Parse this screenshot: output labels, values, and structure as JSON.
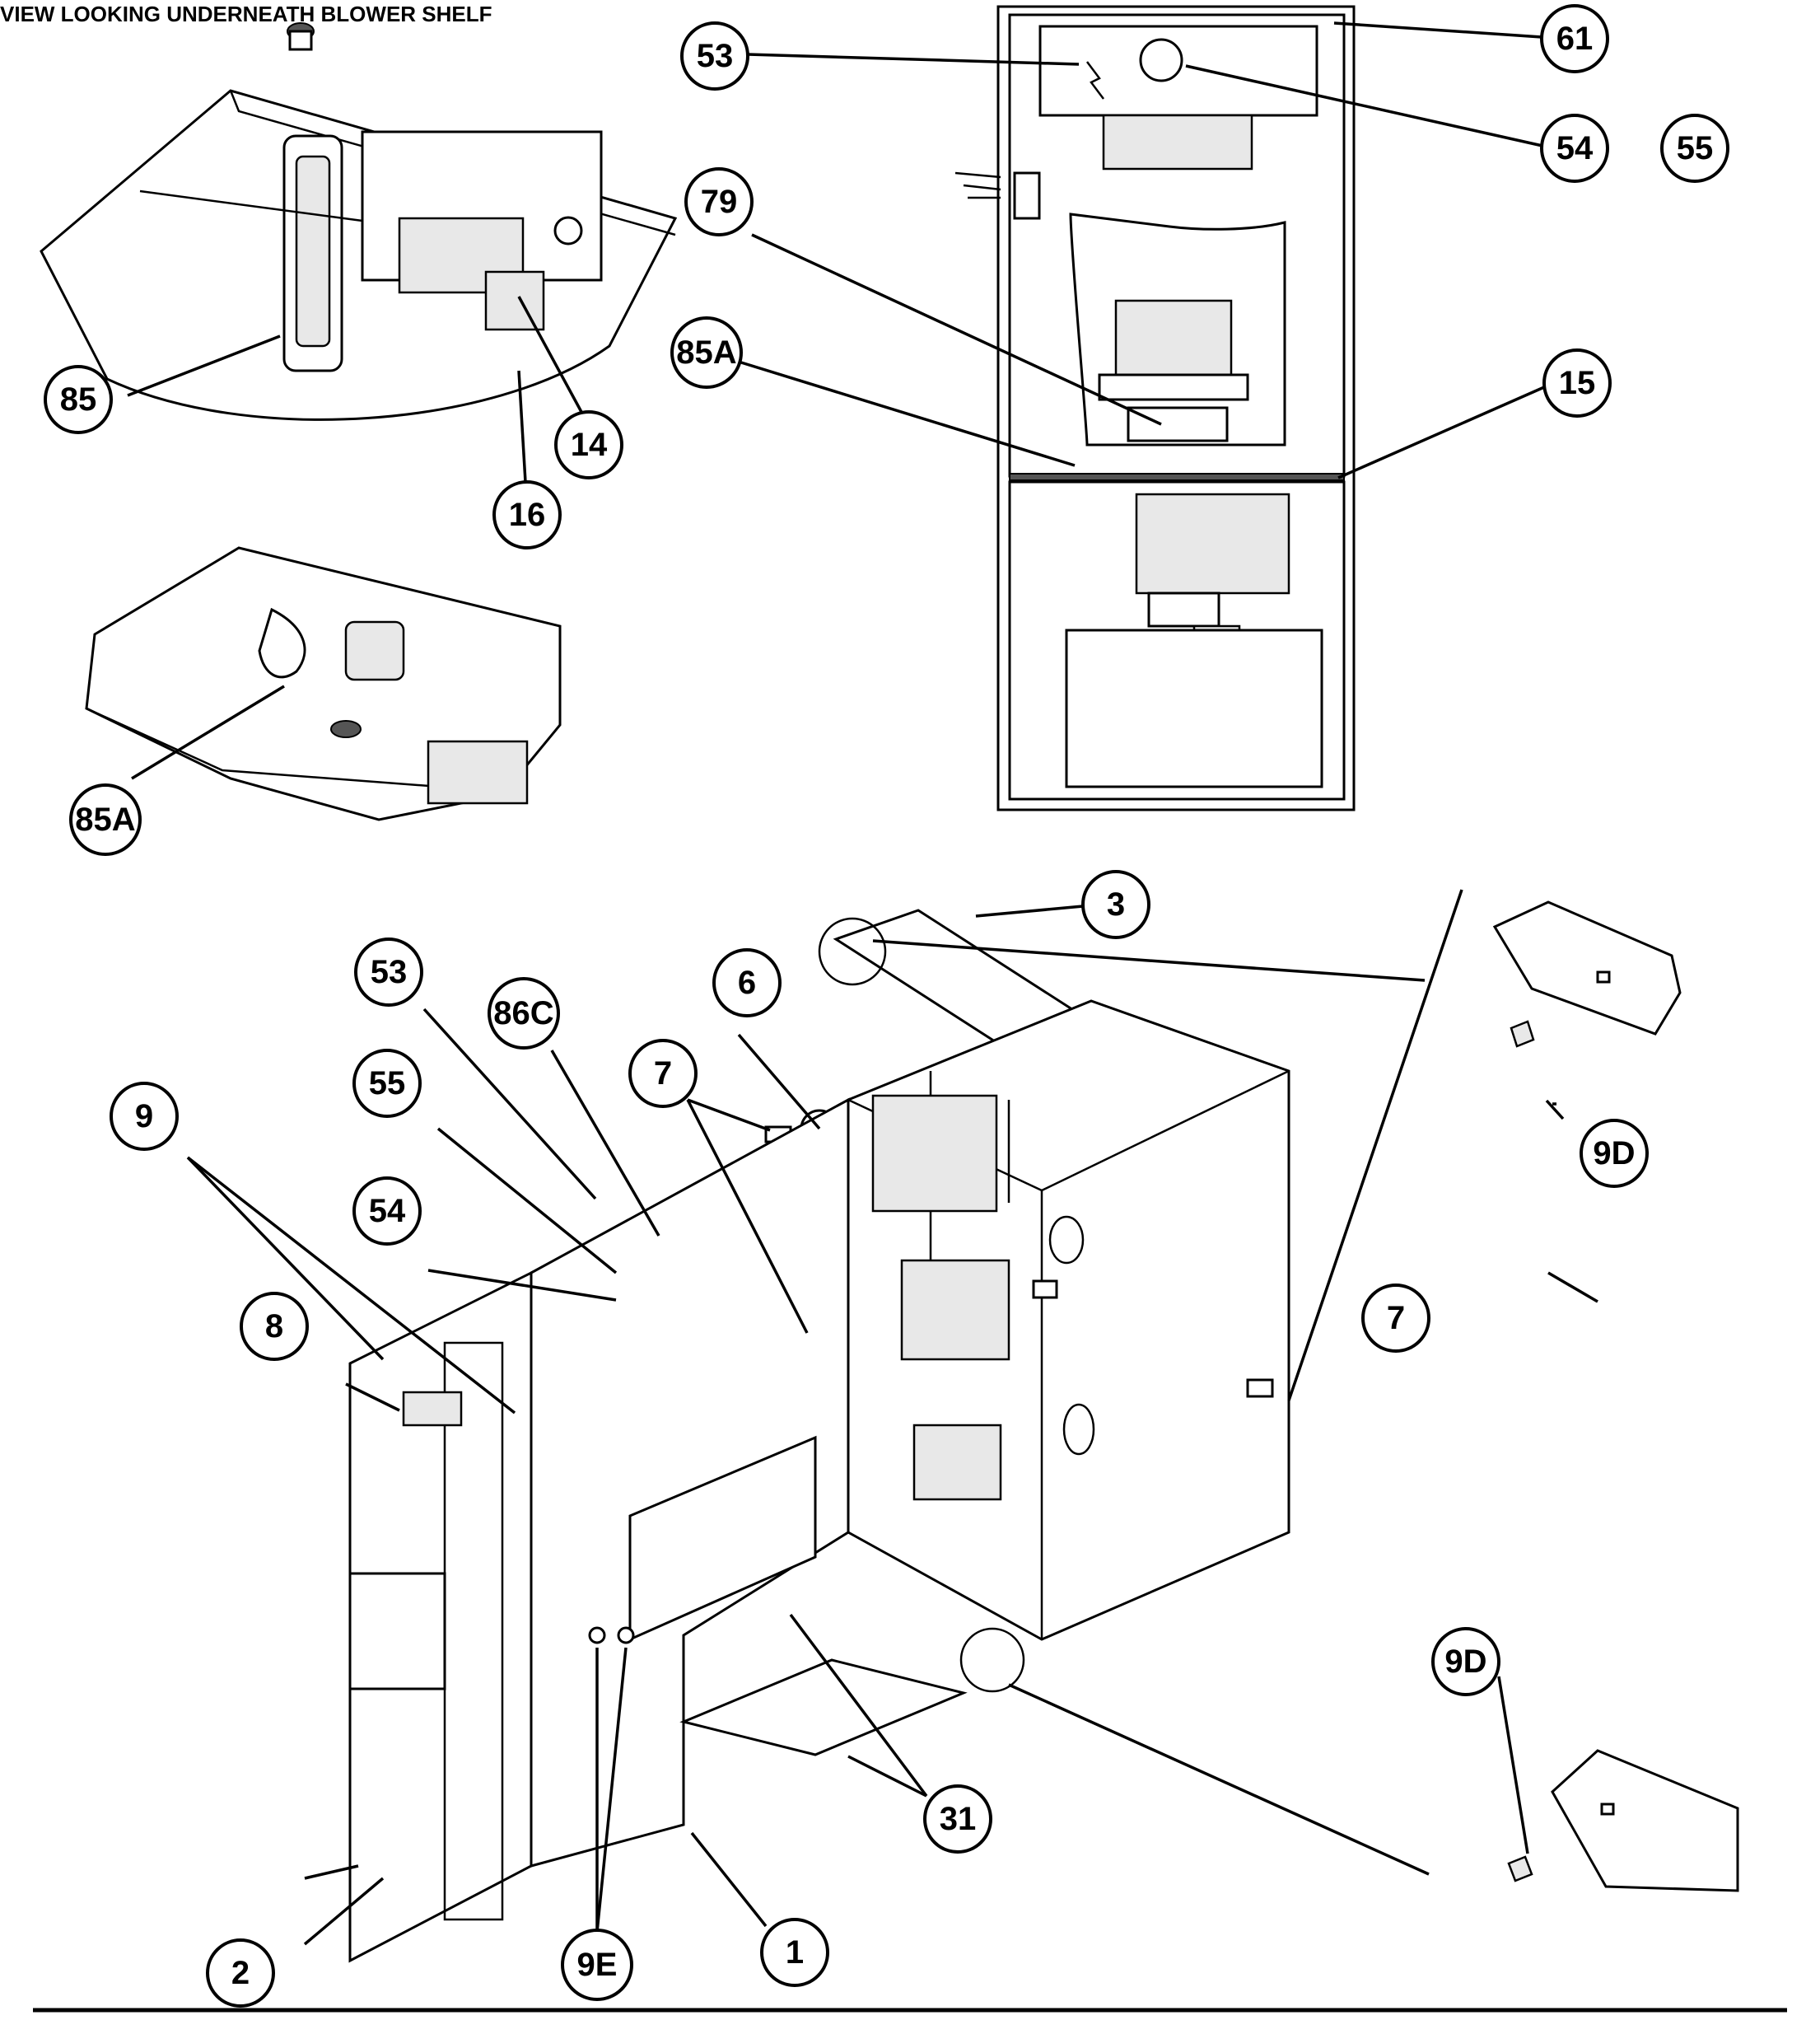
{
  "diagram": {
    "heading": "VIEW LOOKING UNDERNEATH BLOWER SHELF",
    "callouts": [
      {
        "id": "c-53-top",
        "label": "53"
      },
      {
        "id": "c-61",
        "label": "61"
      },
      {
        "id": "c-54-top",
        "label": "54"
      },
      {
        "id": "c-55-top",
        "label": "55"
      },
      {
        "id": "c-79",
        "label": "79"
      },
      {
        "id": "c-85a-top",
        "label": "85A"
      },
      {
        "id": "c-15",
        "label": "15"
      },
      {
        "id": "c-85",
        "label": "85"
      },
      {
        "id": "c-14",
        "label": "14"
      },
      {
        "id": "c-16",
        "label": "16"
      },
      {
        "id": "c-85a-left",
        "label": "85A"
      },
      {
        "id": "c-3",
        "label": "3"
      },
      {
        "id": "c-53-mid",
        "label": "53"
      },
      {
        "id": "c-86c",
        "label": "86C"
      },
      {
        "id": "c-6",
        "label": "6"
      },
      {
        "id": "c-7-mid",
        "label": "7"
      },
      {
        "id": "c-55-mid",
        "label": "55"
      },
      {
        "id": "c-9",
        "label": "9"
      },
      {
        "id": "c-54-mid",
        "label": "54"
      },
      {
        "id": "c-8",
        "label": "8"
      },
      {
        "id": "c-9d-top",
        "label": "9D"
      },
      {
        "id": "c-7-right",
        "label": "7"
      },
      {
        "id": "c-9d-bottom",
        "label": "9D"
      },
      {
        "id": "c-31",
        "label": "31"
      },
      {
        "id": "c-2",
        "label": "2"
      },
      {
        "id": "c-9e",
        "label": "9E"
      },
      {
        "id": "c-1",
        "label": "1"
      }
    ]
  }
}
